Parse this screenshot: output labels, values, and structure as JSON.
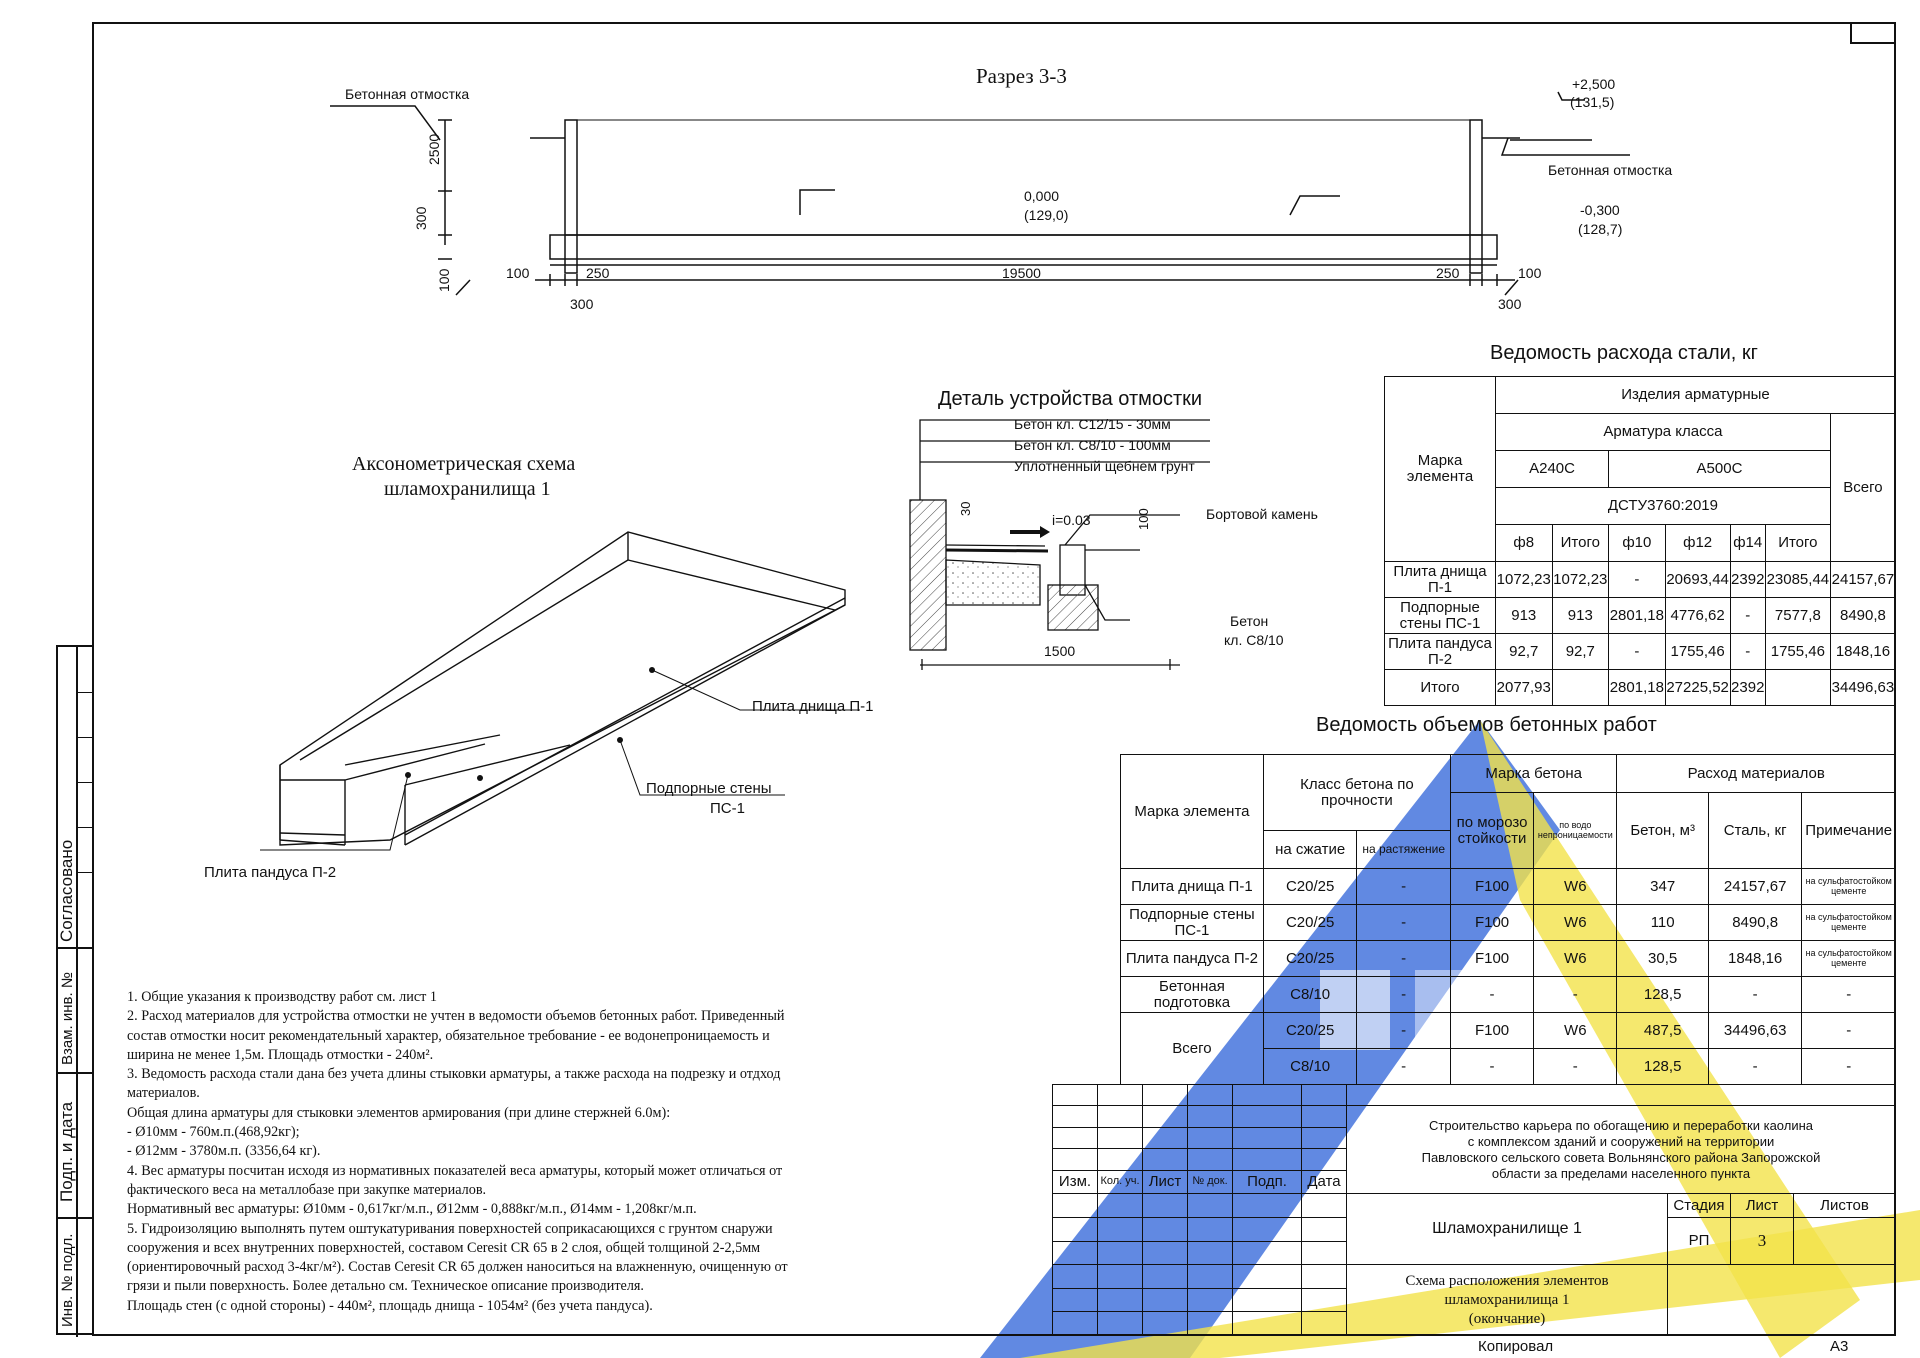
{
  "section": {
    "title": "Разрез 3-3",
    "concrete_curb_left": "Бетонная отмостка",
    "concrete_curb_right": "Бетонная отмостка",
    "level_top": "+2,500",
    "level_top_abs": "(131,5)",
    "level_zero": "0,000",
    "level_zero_abs": "(129,0)",
    "level_bottom": "-0,300",
    "level_bottom_abs": "(128,7)",
    "dim_2500": "2500",
    "dim_300v": "300",
    "dim_100v": "100",
    "dim_100_left": "100",
    "dim_250_left": "250",
    "dim_19500": "19500",
    "dim_250_right": "250",
    "dim_100_right": "100",
    "dim_300_left": "300",
    "dim_300_right": "300"
  },
  "axon": {
    "title_line1": "Аксонометрическая схема",
    "title_line2": "шламохранилища 1",
    "label_slab": "Плита днища П-1",
    "label_walls_line1": "Подпорные стены",
    "label_walls_line2": "ПС-1",
    "label_ramp": "Плита пандуса П-2"
  },
  "detail": {
    "title": "Деталь устройства отмостки",
    "layer1": "Бетон кл. С12/15 - 30мм",
    "layer2": "Бетон кл. С8/10 - 100мм",
    "layer3": "Уплотненный щебнем грунт",
    "curb_stone": "Бортовой камень",
    "slope": "i=0.03",
    "dim_30": "30",
    "dim_100": "100",
    "concrete_line1": "Бетон",
    "concrete_line2": "кл. С8/10",
    "dim_1500": "1500"
  },
  "steel": {
    "title": "Ведомость расхода стали, кг",
    "h_mark": "Марка элемента",
    "h_items": "Изделия арматурные",
    "h_class": "Арматура класса",
    "h_a240": "А240С",
    "h_a500": "А500С",
    "h_dstu": "ДСТУ3760:2019",
    "h_total_all": "Всего",
    "cols": [
      "ф8",
      "Итого",
      "ф10",
      "ф12",
      "ф14",
      "Итого"
    ],
    "rows": [
      {
        "name": "Плита днища П-1",
        "cells": [
          "1072,23",
          "1072,23",
          "-",
          "20693,44",
          "2392",
          "23085,44",
          "24157,67"
        ]
      },
      {
        "name": "Подпорные стены ПС-1",
        "cells": [
          "913",
          "913",
          "2801,18",
          "4776,62",
          "-",
          "7577,8",
          "8490,8"
        ]
      },
      {
        "name": "Плита пандуса П-2",
        "cells": [
          "92,7",
          "92,7",
          "-",
          "1755,46",
          "-",
          "1755,46",
          "1848,16"
        ]
      },
      {
        "name": "Итого",
        "cells": [
          "2077,93",
          "",
          "2801,18",
          "27225,52",
          "2392",
          "",
          "34496,63"
        ]
      }
    ]
  },
  "concrete": {
    "title": "Ведомость объемов бетонных работ",
    "h_mark": "Марка элемента",
    "h_class": "Класс бетона по прочности",
    "h_compress": "на сжатие",
    "h_tension": "на растяжение",
    "h_brand": "Марка бетона",
    "h_frost": "по морозо стойкости",
    "h_water": "по водо непроницаемости",
    "h_consumption": "Расход материалов",
    "h_concrete": "Бетон, м³",
    "h_steel": "Сталь, кг",
    "h_note": "Примечание",
    "rows": [
      {
        "name": "Плита днища П-1",
        "cells": [
          "С20/25",
          "-",
          "F100",
          "W6",
          "347",
          "24157,67",
          "на сульфатостойком цементе"
        ]
      },
      {
        "name": "Подпорные стены ПС-1",
        "cells": [
          "С20/25",
          "-",
          "F100",
          "W6",
          "110",
          "8490,8",
          "на сульфатостойком цементе"
        ]
      },
      {
        "name": "Плита пандуса П-2",
        "cells": [
          "С20/25",
          "-",
          "F100",
          "W6",
          "30,5",
          "1848,16",
          "на сульфатостойком цементе"
        ]
      },
      {
        "name": "Бетонная подготовка",
        "cells": [
          "С8/10",
          "-",
          "-",
          "-",
          "128,5",
          "-",
          "-"
        ]
      }
    ],
    "total_label": "Всего",
    "total_rows": [
      [
        "С20/25",
        "-",
        "F100",
        "W6",
        "487,5",
        "34496,63",
        "-"
      ],
      [
        "С8/10",
        "-",
        "-",
        "-",
        "128,5",
        "-",
        "-"
      ]
    ]
  },
  "notes": [
    "1. Общие указания к производству работ см. лист 1",
    "2. Расход материалов для устройства отмостки не учтен в ведомости объемов бетонных работ. Приведенный",
    "состав отмостки носит рекомендательный характер, обязательное требование - ее водонепроницаемость и",
    "ширина не менее 1,5м. Площадь отмостки - 240м².",
    "3. Ведомость расхода стали дана без учета длины стыковки арматуры, а также расхода на подрезку и отдход",
    "материалов.",
    "Общая длина арматуры для стыковки элементов армирования (при длине стержней 6.0м):",
    "- Ø10мм - 760м.п.(468,92кг);",
    "- Ø12мм - 3780м.п. (3356,64 кг).",
    "4. Вес арматуры посчитан исходя из нормативных показателей веса арматуры, который может отличаться от",
    "фактического веса на металлобазе при закупке материалов.",
    "Нормативный вес арматуры: Ø10мм - 0,617кг/м.п., Ø12мм - 0,888кг/м.п., Ø14мм - 1,208кг/м.п.",
    "5. Гидроизоляцию выполнять путем оштукатуривания поверхностей соприкасающихся с грунтом снаружи",
    "сооружения и всех внутренних поверхностей, составом Ceresit CR 65 в 2 слоя, общей толщиной 2-2,5мм",
    "(ориентировочный расход 3-4кг/м²). Состав Ceresit CR 65 должен наноситься на влажненную, очищенную от",
    "грязи и пыли поверхность. Более детально см. Техническое описание производителя.",
    "Площадь стен (с одной стороны) - 440м², площадь днища - 1054м² (без учета пандуса)."
  ],
  "title_block": {
    "h_izm": "Изм.",
    "h_kol": "Кол. уч.",
    "h_list": "Лист",
    "h_doc": "№ док.",
    "h_sign": "Подп.",
    "h_date": "Дата",
    "project_line1": "Строительство карьера по обогащению и переработки каолина",
    "project_line2": "с комплексом зданий и сооружений на территории",
    "project_line3": "Павловского сельского совета Вольнянского района Запорожской",
    "project_line4": "области за пределами населенного пункта",
    "object": "Шламохранилище 1",
    "h_stage": "Стадия",
    "h_sheet": "Лист",
    "h_sheets": "Листов",
    "stage": "РП",
    "sheet": "3",
    "sheets": "",
    "drawing_line1": "Схема расположения элементов",
    "drawing_line2": "шламохранилища 1",
    "drawing_line3": "(окончание)",
    "copied": "Копировал",
    "format": "А3"
  },
  "side_stamp": {
    "agreed": "Согласовано",
    "inv_replace": "Взам. инв. №",
    "sign_date": "Подп. и дата",
    "inv_orig": "Инв. № подл."
  }
}
